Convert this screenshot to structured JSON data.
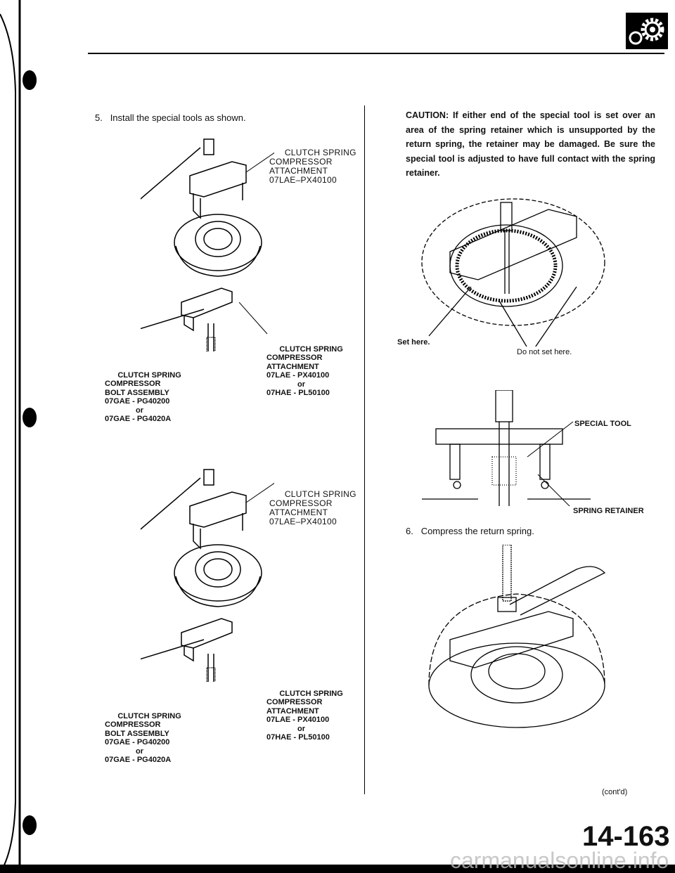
{
  "header": {
    "logo_icon": "gears-icon"
  },
  "left": {
    "step5": {
      "number": "5.",
      "text": "Install the special tools as shown."
    },
    "figures": [
      {
        "attachment_top": [
          "CLUTCH SPRING",
          "COMPRESSOR",
          "ATTACHMENT",
          "07LAE–PX40100"
        ],
        "attachment_bottom": [
          "CLUTCH SPRING",
          "COMPRESSOR",
          "ATTACHMENT",
          "07LAE - PX40100",
          "or",
          "07HAE - PL50100"
        ],
        "bolt": [
          "CLUTCH SPRING",
          "COMPRESSOR",
          "BOLT ASSEMBLY",
          "07GAE - PG40200",
          "or",
          "07GAE - PG4020A"
        ]
      },
      {
        "attachment_top": [
          "CLUTCH SPRING",
          "COMPRESSOR",
          "ATTACHMENT",
          "07LAE–PX40100"
        ],
        "attachment_bottom": [
          "CLUTCH SPRING",
          "COMPRESSOR",
          "ATTACHMENT",
          "07LAE - PX40100",
          "or",
          "07HAE - PL50100"
        ],
        "bolt": [
          "CLUTCH SPRING",
          "COMPRESSOR",
          "BOLT ASSEMBLY",
          "07GAE - PG40200",
          "or",
          "07GAE - PG4020A"
        ]
      }
    ]
  },
  "right": {
    "caution": "CAUTION: If either end of the special tool is set over an area of the spring retainer which is unsupported by the return spring, the retainer may be damaged. Be sure the special tool is adjusted to have full contact with the spring retainer.",
    "set_here": "Set here.",
    "do_not_set_here": "Do not set here.",
    "special_tool": "SPECIAL TOOL",
    "spring_retainer": "SPRING RETAINER",
    "step6": {
      "number": "6.",
      "text": "Compress the return spring."
    },
    "contd": "(cont'd)"
  },
  "footer": {
    "page_number": "14-163",
    "watermark": "carmanualsonline.info"
  }
}
